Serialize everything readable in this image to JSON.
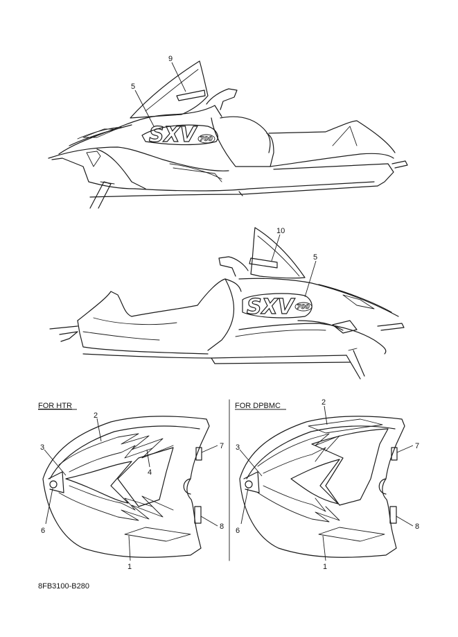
{
  "diagram": {
    "callouts_top": {
      "c9": "9",
      "c5": "5"
    },
    "callouts_middle": {
      "c10": "10",
      "c5": "5"
    },
    "panel_left": {
      "caption": "FOR HTR",
      "callouts": {
        "c1": "1",
        "c2": "2",
        "c3": "3",
        "c4": "4",
        "c6": "6",
        "c7": "7",
        "c8": "8"
      }
    },
    "panel_right": {
      "caption": "FOR DPBMC",
      "callouts": {
        "c1": "1",
        "c2": "2",
        "c3": "3",
        "c6": "6",
        "c7": "7",
        "c8": "8"
      }
    },
    "logo_text": "SXV",
    "logo_badge": "700",
    "drawing_code": "8FB3100-B280"
  }
}
